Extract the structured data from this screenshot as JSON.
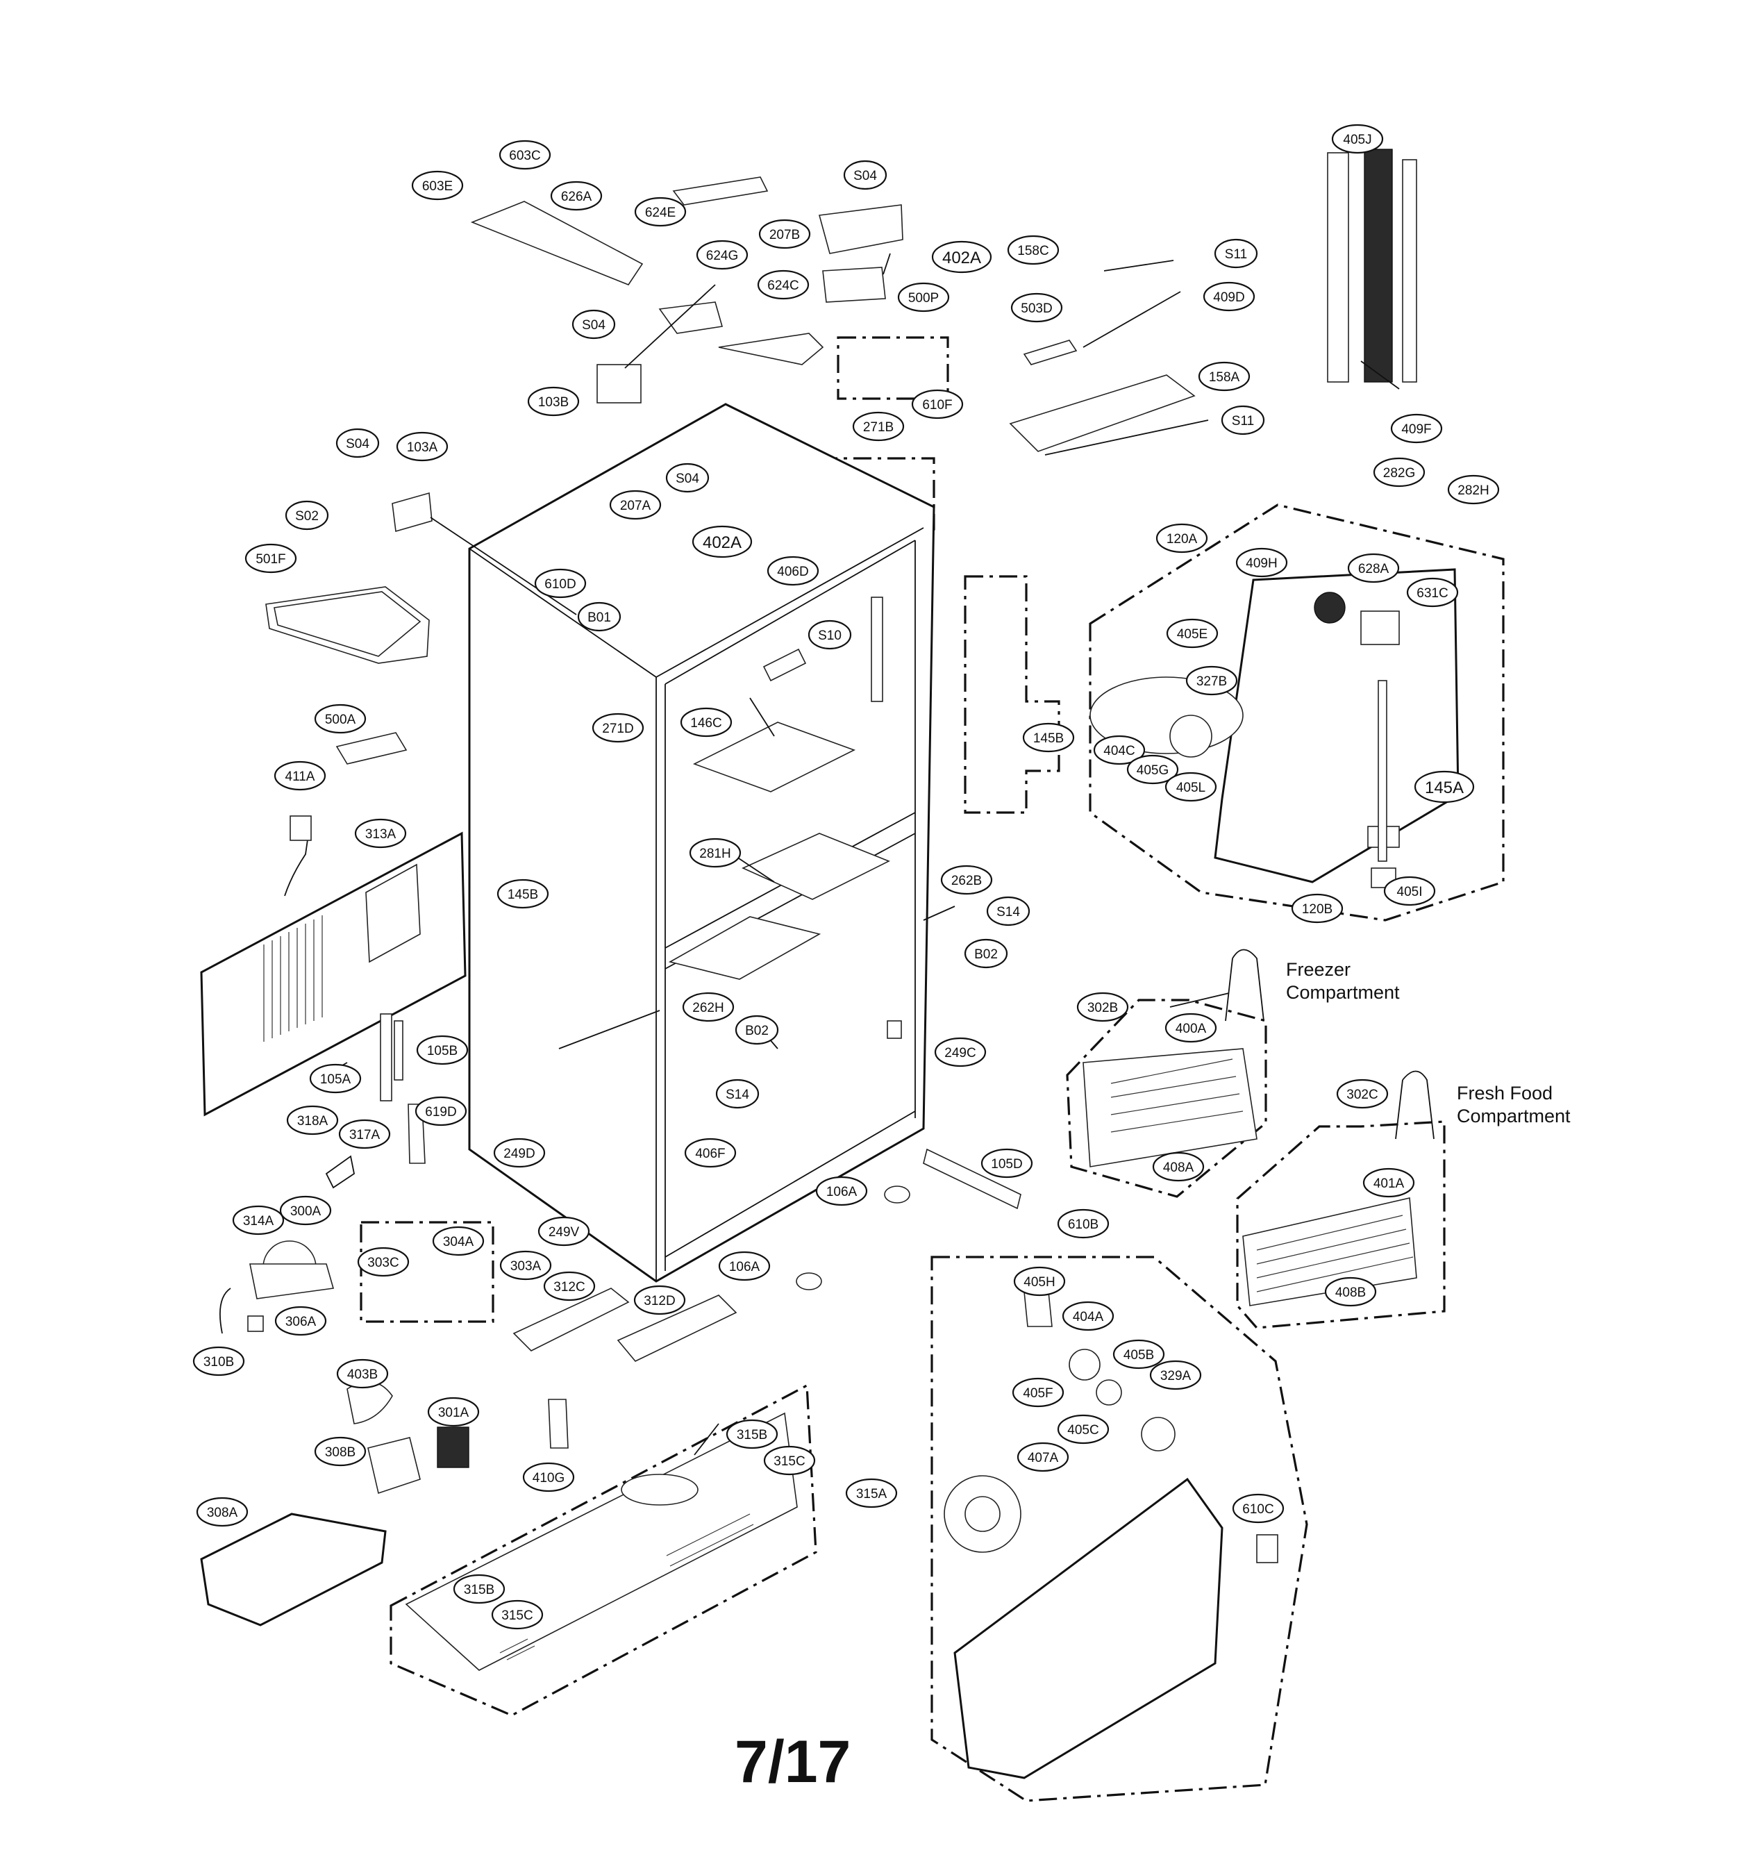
{
  "labels": {
    "freezer": "Freezer\nCompartment",
    "fresh_food": "Fresh Food\nCompartment"
  },
  "page_number": "7/17",
  "parts": [
    {
      "id": "603E"
    },
    {
      "id": "603C"
    },
    {
      "id": "626A"
    },
    {
      "id": "624E"
    },
    {
      "id": "624G"
    },
    {
      "id": "624C"
    },
    {
      "id": "S04"
    },
    {
      "id": "207B"
    },
    {
      "id": "402A"
    },
    {
      "id": "500P"
    },
    {
      "id": "610F"
    },
    {
      "id": "103B"
    },
    {
      "id": "158C"
    },
    {
      "id": "S11"
    },
    {
      "id": "503D"
    },
    {
      "id": "409D"
    },
    {
      "id": "158A"
    },
    {
      "id": "405J"
    },
    {
      "id": "409F"
    },
    {
      "id": "282G"
    },
    {
      "id": "282H"
    },
    {
      "id": "271B"
    },
    {
      "id": "103A"
    },
    {
      "id": "S02"
    },
    {
      "id": "501F"
    },
    {
      "id": "207A"
    },
    {
      "id": "610D"
    },
    {
      "id": "B01"
    },
    {
      "id": "406D"
    },
    {
      "id": "S10"
    },
    {
      "id": "271D"
    },
    {
      "id": "146C"
    },
    {
      "id": "145B"
    },
    {
      "id": "120A"
    },
    {
      "id": "409H"
    },
    {
      "id": "628A"
    },
    {
      "id": "631C"
    },
    {
      "id": "405E"
    },
    {
      "id": "327B"
    },
    {
      "id": "404C"
    },
    {
      "id": "405G"
    },
    {
      "id": "405L"
    },
    {
      "id": "145A"
    },
    {
      "id": "405I"
    },
    {
      "id": "120B"
    },
    {
      "id": "500A"
    },
    {
      "id": "411A"
    },
    {
      "id": "313A"
    },
    {
      "id": "281H"
    },
    {
      "id": "262B"
    },
    {
      "id": "S14"
    },
    {
      "id": "B02"
    },
    {
      "id": "262H"
    },
    {
      "id": "249C"
    },
    {
      "id": "105B"
    },
    {
      "id": "105A"
    },
    {
      "id": "318A"
    },
    {
      "id": "317A"
    },
    {
      "id": "619D"
    },
    {
      "id": "249D"
    },
    {
      "id": "406F"
    },
    {
      "id": "249V"
    },
    {
      "id": "302B"
    },
    {
      "id": "400A"
    },
    {
      "id": "408A"
    },
    {
      "id": "302C"
    },
    {
      "id": "401A"
    },
    {
      "id": "408B"
    },
    {
      "id": "105D"
    },
    {
      "id": "106A"
    },
    {
      "id": "610B"
    },
    {
      "id": "314A"
    },
    {
      "id": "300A"
    },
    {
      "id": "304A"
    },
    {
      "id": "303C"
    },
    {
      "id": "303A"
    },
    {
      "id": "306A"
    },
    {
      "id": "310B"
    },
    {
      "id": "312C"
    },
    {
      "id": "312D"
    },
    {
      "id": "405H"
    },
    {
      "id": "404A"
    },
    {
      "id": "405B"
    },
    {
      "id": "405F"
    },
    {
      "id": "329A"
    },
    {
      "id": "405C"
    },
    {
      "id": "403B"
    },
    {
      "id": "301A"
    },
    {
      "id": "308B"
    },
    {
      "id": "410G"
    },
    {
      "id": "315B"
    },
    {
      "id": "315C"
    },
    {
      "id": "315A"
    },
    {
      "id": "407A"
    },
    {
      "id": "610C"
    },
    {
      "id": "308A"
    }
  ]
}
